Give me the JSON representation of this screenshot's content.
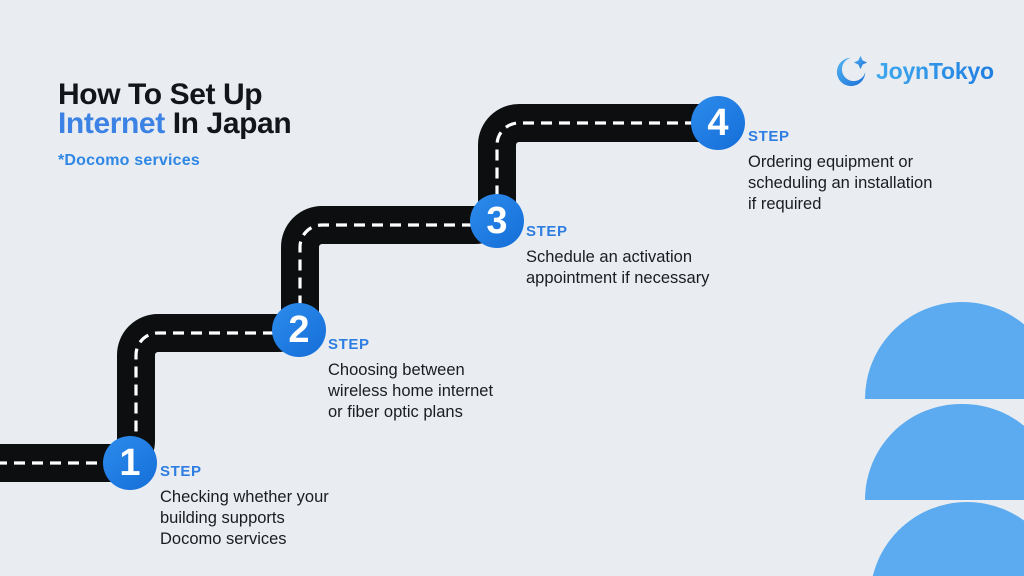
{
  "title": {
    "line1": "How To Set Up",
    "line2_highlight": "Internet",
    "line2_rest": " In Japan",
    "subtitle": "*Docomo services"
  },
  "logo": {
    "text": "JoynTokyo",
    "icon": "crescent-moon-sparkle-icon"
  },
  "steps": [
    {
      "number": "1",
      "label": "STEP",
      "description": "Checking whether your\nbuilding supports\nDocomo services"
    },
    {
      "number": "2",
      "label": "STEP",
      "description": "Choosing between\nwireless home internet\nor fiber optic plans"
    },
    {
      "number": "3",
      "label": "STEP",
      "description": "Schedule an activation\nappointment if necessary"
    },
    {
      "number": "4",
      "label": "STEP",
      "description": "Ordering equipment or\nscheduling an installation\nif required"
    }
  ],
  "colors": {
    "background": "#e9edf1",
    "road": "#0d0e10",
    "road_dash": "#ffffff",
    "step_circle": "#1b7ce2",
    "accent_blue": "#2e7ee2",
    "title_highlight": "#3b82e4",
    "decoration_blue": "#5cabf0",
    "logo_blue": "#2696e8",
    "text_dark": "#17181a"
  }
}
